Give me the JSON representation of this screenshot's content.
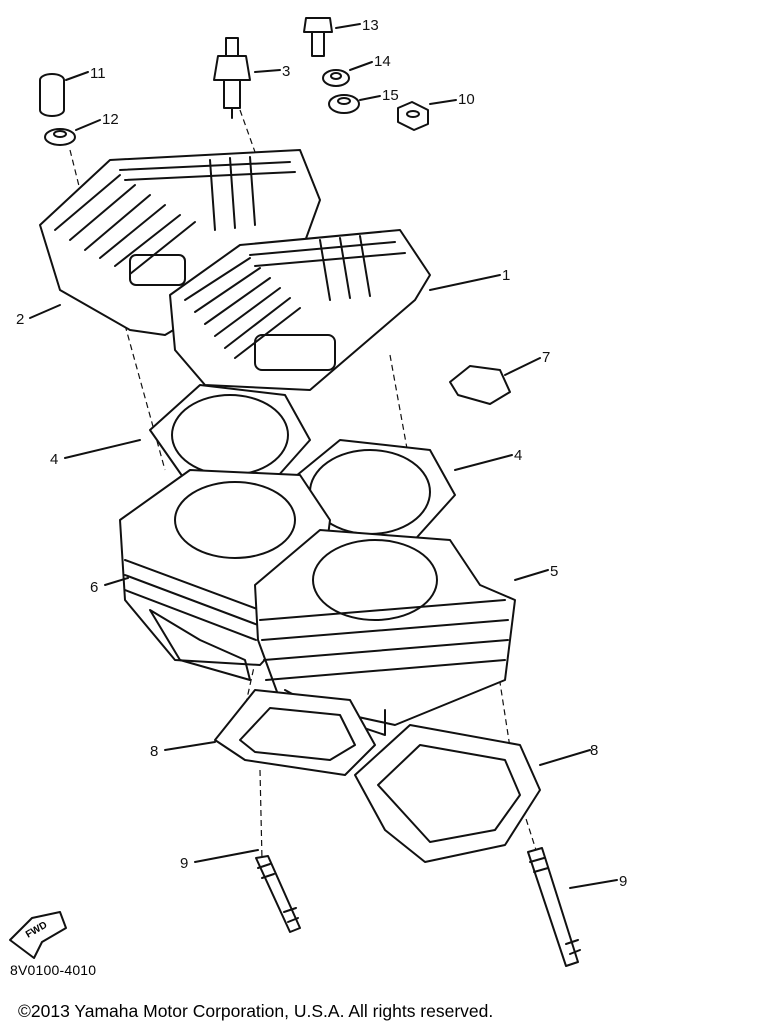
{
  "callouts": {
    "c1": "1",
    "c2": "2",
    "c3": "3",
    "c4a": "4",
    "c4b": "4",
    "c5": "5",
    "c6": "6",
    "c7": "7",
    "c8a": "8",
    "c8b": "8",
    "c9a": "9",
    "c9b": "9",
    "c10": "10",
    "c11": "11",
    "c12": "12",
    "c13": "13",
    "c14": "14",
    "c15": "15"
  },
  "fwd_label": "FWD",
  "part_code": "8V0100-4010",
  "copyright": "©2013 Yamaha Motor Corporation, U.S.A. All rights reserved."
}
